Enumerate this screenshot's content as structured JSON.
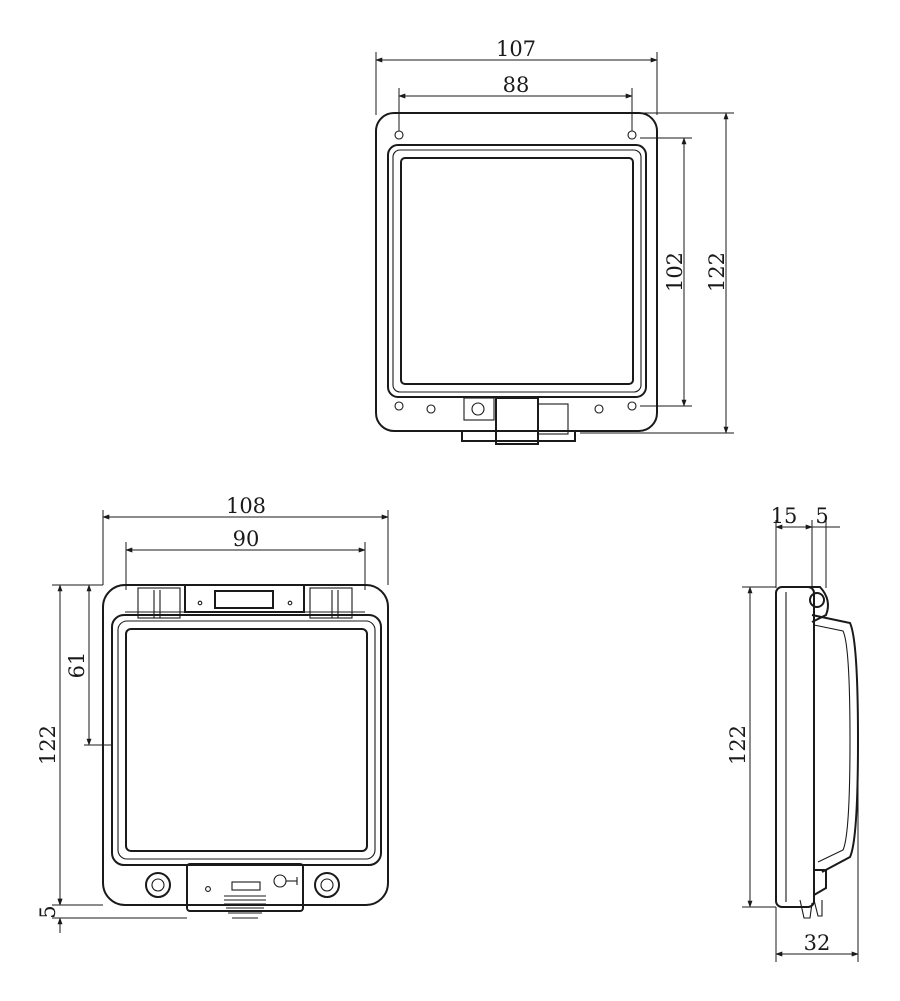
{
  "top_view": {
    "width_outer": "107",
    "hole_spacing": "88",
    "height_inner": "102",
    "height_outer": "122"
  },
  "front_view": {
    "width_outer": "108",
    "width_inner": "90",
    "hinge_offset": "61",
    "height_outer": "122",
    "bottom_gap": "5"
  },
  "side_view": {
    "depth_base": "15",
    "depth_rim": "5",
    "height": "122",
    "depth_total": "32"
  }
}
